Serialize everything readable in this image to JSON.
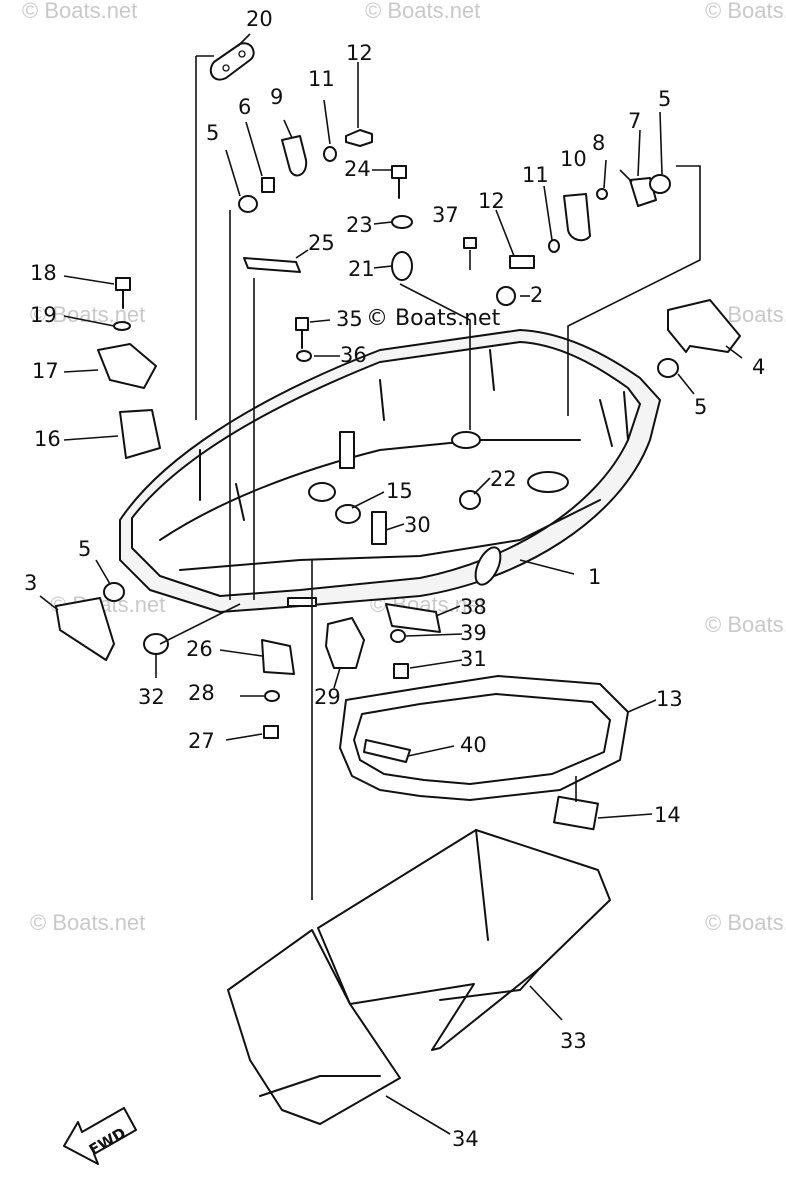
{
  "watermark": "© Boats.net",
  "fwd_label": "FWD",
  "callouts": {
    "n1": "1",
    "n2": "2",
    "n3": "3",
    "n4": "4",
    "n5": "5",
    "n6": "6",
    "n7": "7",
    "n8": "8",
    "n9": "9",
    "n10": "10",
    "n11": "11",
    "n12": "12",
    "n13": "13",
    "n14": "14",
    "n15": "15",
    "n16": "16",
    "n17": "17",
    "n18": "18",
    "n19": "19",
    "n20": "20",
    "n21": "21",
    "n22": "22",
    "n23": "23",
    "n24": "24",
    "n25": "25",
    "n26": "26",
    "n27": "27",
    "n28": "28",
    "n29": "29",
    "n30": "30",
    "n31": "31",
    "n32": "32",
    "n33": "33",
    "n34": "34",
    "n35": "35",
    "n36": "36",
    "n37": "37",
    "n38": "38",
    "n39": "39",
    "n40": "40"
  }
}
